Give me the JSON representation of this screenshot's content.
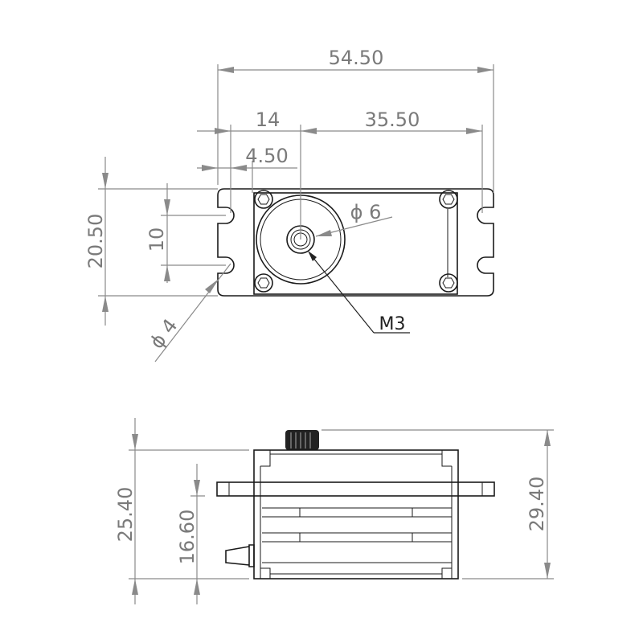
{
  "top_view": {
    "dim_overall_width": "54.50",
    "dim_hole_to_shaft": "14",
    "dim_shaft_to_hole": "35.50",
    "dim_flange": "4.50",
    "dim_height": "20.50",
    "dim_hole_spacing": "10",
    "dim_hole_diameter": "ϕ 4",
    "dim_spline_diameter": "ϕ 6",
    "label_thread": "M3"
  },
  "side_view": {
    "dim_body_height": "25.40",
    "dim_flange_height": "16.60",
    "dim_total_height": "29.40"
  }
}
